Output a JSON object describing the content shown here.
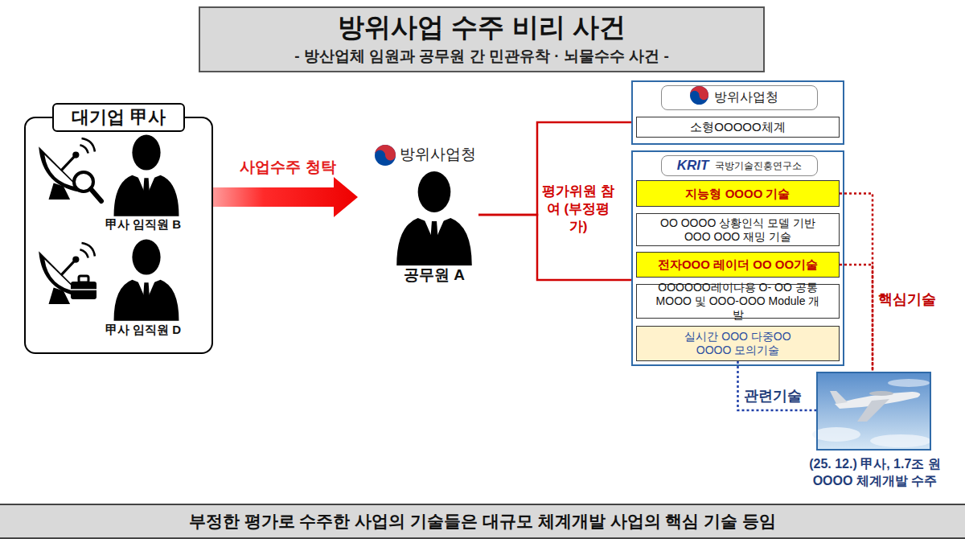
{
  "diagram": {
    "title": "방위사업 수주 비리 사건",
    "caption": "부정한 평가로 수주한 사업의 기술들은 대규모 체계개발 사업의 핵심 기술 등임",
    "nodes": [
      {
        "text": [
          "대기업 甲사"
        ]
      },
      {
        "text": [
          "방위사업청",
          "공무원 A"
        ]
      },
      {
        "text": [
          "방위사업청"
        ]
      },
      {
        "text": [
          "소형OOOOO체계"
        ],
        "in": 2
      },
      {
        "text": [
          "KRIT",
          "국방기술진흥연구소"
        ]
      },
      {
        "text": [
          "지능형 OOOO 기술"
        ],
        "in": 4
      },
      {
        "text": [
          "OO OOOO 상황인식 모델 기반 OOO OOO 재밍 기술"
        ],
        "in": 4
      },
      {
        "text": [
          "전자OOO 레이더 OO OO기술"
        ],
        "in": 4
      },
      {
        "text": [
          "OOOOOO레이다용 O- OO 공통 MOOO 및 OOO-OOO Module 개발"
        ],
        "in": 4
      },
      {
        "text": [
          "실시간 OOO 다중OO OOOO 모의기술"
        ],
        "in": 4
      },
      {
        "text": [
          "(25. 12.) 甲사, 1.7조 원 OOOO 체계개발 수주"
        ]
      }
    ],
    "edges": [
      {
        "from": 0,
        "to": 1,
        "arrow": "to",
        "label": "사업수주 청탁"
      },
      {
        "from": 1,
        "to": 2,
        "arrow": "none",
        "label": "평가위원 참여 (부정평가)"
      },
      {
        "from": 1,
        "to": 4,
        "arrow": "none"
      },
      {
        "from": 5,
        "to": 10,
        "arrow": "none",
        "label": "핵심기술"
      },
      {
        "from": 7,
        "to": 10,
        "arrow": "none"
      },
      {
        "from": 9,
        "to": 10,
        "arrow": "none",
        "label": "관련기술"
      }
    ],
    "labels": [
      "- 방산업체 임원과 공무원 간 민관유착 · 뇌물수수 사건 -",
      "甲사 임직원 B",
      "甲사 임직원 D"
    ]
  }
}
